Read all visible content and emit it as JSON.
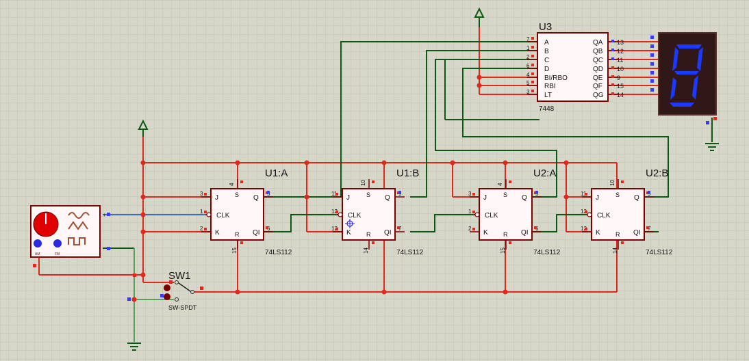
{
  "colors": {
    "background": "#d6d6c9",
    "grid": "#c2c2b2",
    "wire_red": "#e0281c",
    "wire_green": "#0c5a12",
    "wire_blue": "#3a6fc8",
    "wire_light_green": "#5aa05a",
    "chip_fill": "#fff7f7",
    "chip_border": "#800000",
    "display_bg": "#301818",
    "display_segment": "#1c3aff",
    "knob": "#e00000"
  },
  "icons": {
    "power_terminal": "power-arrow-icon",
    "ground_terminal": "ground-icon",
    "signal_generator": "function-generator-icon",
    "display": "seven-segment-display-icon",
    "switch": "spdt-switch-icon"
  },
  "flipflops": [
    {
      "ref": "U1:A",
      "type": "74LS112",
      "pins": {
        "J": "3",
        "CLK": "1",
        "K": "2",
        "S": "4",
        "R": "15",
        "Q": "5",
        "QI": "6"
      }
    },
    {
      "ref": "U1:B",
      "type": "74LS112",
      "pins": {
        "J": "11",
        "CLK": "13",
        "K": "12",
        "S": "10",
        "R": "14",
        "Q": "9",
        "QI": "7"
      }
    },
    {
      "ref": "U2:A",
      "type": "74LS112",
      "pins": {
        "J": "3",
        "CLK": "1",
        "K": "2",
        "S": "4",
        "R": "15",
        "Q": "5",
        "QI": "6"
      }
    },
    {
      "ref": "U2:B",
      "type": "74LS112",
      "pins": {
        "J": "11",
        "CLK": "13",
        "K": "12",
        "S": "10",
        "R": "14",
        "Q": "9",
        "QI": "7"
      }
    }
  ],
  "pin_labels": {
    "J": "J",
    "CLK": "CLK",
    "K": "K",
    "S": "S",
    "R": "R",
    "Q": "Q",
    "QI": "QI"
  },
  "decoder": {
    "ref": "U3",
    "type": "7448",
    "inputs": [
      {
        "name": "A",
        "pin": "7"
      },
      {
        "name": "B",
        "pin": "1"
      },
      {
        "name": "C",
        "pin": "2"
      },
      {
        "name": "D",
        "pin": "6"
      },
      {
        "name": "BI/RBO",
        "pin": "4"
      },
      {
        "name": "RBI",
        "pin": "5"
      },
      {
        "name": "LT",
        "pin": "3"
      }
    ],
    "outputs": [
      {
        "name": "QA",
        "pin": "13"
      },
      {
        "name": "QB",
        "pin": "12"
      },
      {
        "name": "QC",
        "pin": "11"
      },
      {
        "name": "QD",
        "pin": "10"
      },
      {
        "name": "QE",
        "pin": "9"
      },
      {
        "name": "QF",
        "pin": "15"
      },
      {
        "name": "QG",
        "pin": "14"
      }
    ]
  },
  "switch": {
    "ref": "SW1",
    "type": "SW-SPDT"
  },
  "generator": {
    "knob_labels": [
      "AM",
      "FM"
    ],
    "terminal_plus": "+",
    "terminal_minus": "-"
  }
}
